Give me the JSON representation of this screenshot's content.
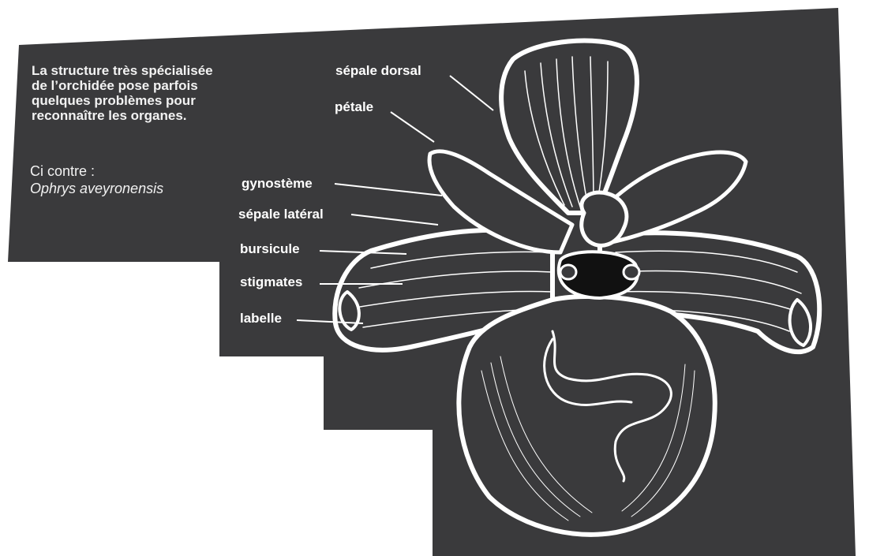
{
  "panel": {
    "background": "#3a3a3c",
    "ink": "#ffffff"
  },
  "intro_text": {
    "lines": [
      "La structure très spécialisée",
      "de l’orchidée pose parfois",
      "quelques problèmes pour",
      "reconnaître les organes."
    ]
  },
  "caption": {
    "heading": "Ci contre :",
    "species": "Ophrys aveyronensis"
  },
  "labels": {
    "sepale_dorsal": "sépale dorsal",
    "petale": "pétale",
    "gynosteme": "gynostème",
    "sepale_lateral": "sépale latéral",
    "bursicule": "bursicule",
    "stigmates": "stigmates",
    "labelle": "labelle"
  }
}
